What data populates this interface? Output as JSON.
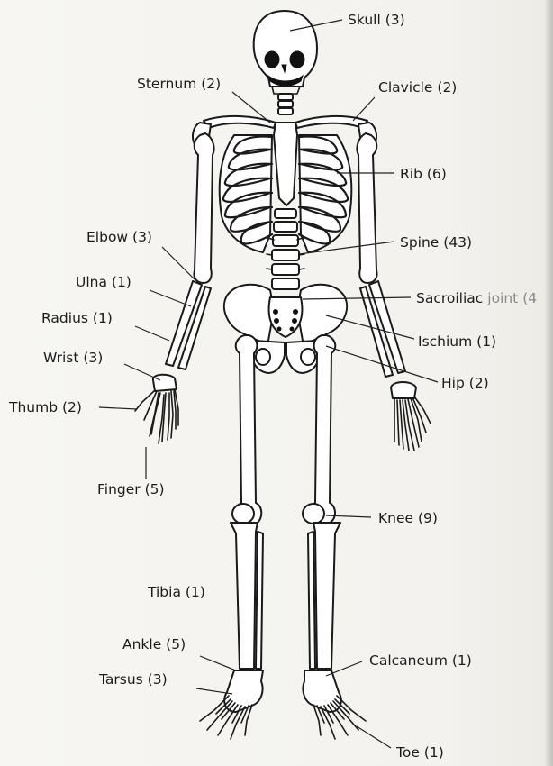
{
  "labels": {
    "skull": "Skull (3)",
    "sternum": "Sternum (2)",
    "clavicle": "Clavicle (2)",
    "rib": "Rib (6)",
    "elbow": "Elbow (3)",
    "spine": "Spine (43)",
    "ulna": "Ulna (1)",
    "sacroiliac_main": "Sacroiliac",
    "sacroiliac_tail": "joint (4",
    "radius": "Radius (1)",
    "ischium": "Ischium (1)",
    "wrist": "Wrist (3)",
    "hip": "Hip (2)",
    "thumb": "Thumb (2)",
    "finger": "Finger (5)",
    "knee": "Knee (9)",
    "tibia": "Tibia (1)",
    "ankle": "Ankle (5)",
    "calcaneum": "Calcaneum (1)",
    "tarsus": "Tarsus (3)",
    "toe": "Toe (1)"
  }
}
